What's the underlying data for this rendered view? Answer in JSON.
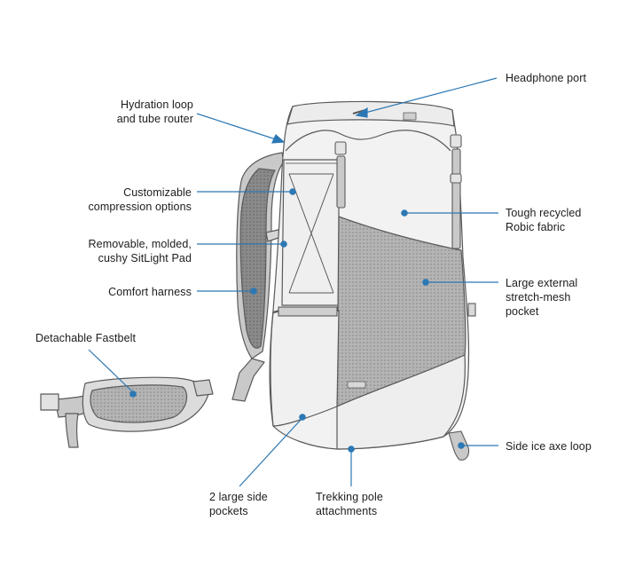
{
  "diagram": {
    "labels": {
      "headphone_port": [
        "Headphone port"
      ],
      "hydration_loop": [
        "Hydration loop",
        "and tube router"
      ],
      "compression": [
        "Customizable",
        "compression options"
      ],
      "sitlight_pad": [
        "Removable, molded,",
        "cushy SitLight Pad"
      ],
      "comfort_harness": [
        "Comfort harness"
      ],
      "fastbelt": [
        "Detachable Fastbelt"
      ],
      "robic_fabric": [
        "Tough recycled",
        "Robic fabric"
      ],
      "mesh_pocket": [
        "Large external",
        "stretch-mesh",
        "pocket"
      ],
      "ice_axe_loop": [
        "Side ice axe loop"
      ],
      "side_pockets": [
        "2 large side",
        "pockets"
      ],
      "trekking_pole": [
        "Trekking pole",
        "attachments"
      ]
    },
    "colors": {
      "leader": "#2c78b4",
      "outline": "#5a5a5a",
      "fabric": "#f1f1f1",
      "mesh": "#a9a9a9",
      "strap": "#c9c9c9",
      "padding": "#7f7f7f"
    }
  }
}
